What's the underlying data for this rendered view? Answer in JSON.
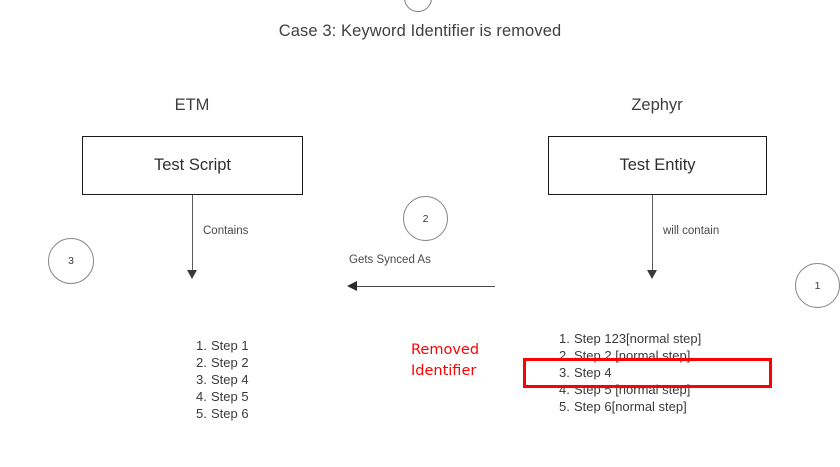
{
  "title": "Case 3: Keyword Identifier is removed",
  "top_badge": {
    "icon": "circle-badge-clipped"
  },
  "columns": {
    "left": {
      "header": "ETM",
      "box_label": "Test Script",
      "edge_label": "Contains",
      "marker": "3",
      "steps": [
        {
          "num": "1.",
          "text": "Step 1"
        },
        {
          "num": "2.",
          "text": "Step 2"
        },
        {
          "num": "3.",
          "text": "Step 4"
        },
        {
          "num": "4.",
          "text": "Step 5"
        },
        {
          "num": "5.",
          "text": "Step 6"
        }
      ]
    },
    "right": {
      "header": "Zephyr",
      "box_label": "Test Entity",
      "edge_label": "will contain",
      "marker": "1",
      "steps": [
        {
          "num": "1.",
          "text": "Step 123[normal step]"
        },
        {
          "num": "2.",
          "text": "Step 2 [normal step]"
        },
        {
          "num": "3.",
          "text": "Step 4"
        },
        {
          "num": "4.",
          "text": "Step 5 [normal step]"
        },
        {
          "num": "5.",
          "text": "Step 6[normal step]"
        }
      ]
    }
  },
  "sync": {
    "label": "Gets Synced As",
    "marker": "2",
    "direction": "right-to-left"
  },
  "annotation": {
    "line1": "Removed",
    "line2": "Identifier",
    "color": "#ff0000",
    "highlight_target": "3. Step 4"
  },
  "colors": {
    "stroke": "#1a1a1a",
    "connector": "#5c5c5c",
    "text": "#3a3a3a",
    "alert": "#ff0000"
  }
}
